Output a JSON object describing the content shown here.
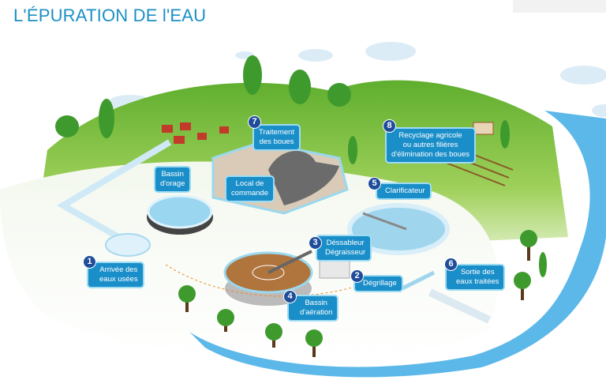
{
  "title": "L'ÉPURATION DE l'EAU",
  "colors": {
    "title": "#1b8fc4",
    "label_bg": "#1a8ec9",
    "badge_bg": "#1f4d9a",
    "grass": "#7cc142",
    "river": "#5bb8e8"
  },
  "steps": [
    {
      "number": "1",
      "lines": [
        "Arrivée des",
        "eaux usées"
      ]
    },
    {
      "number": "2",
      "lines": [
        "Dégrillage"
      ]
    },
    {
      "number": "3",
      "lines": [
        "Déssableur",
        "Dégraisseur"
      ]
    },
    {
      "number": "4",
      "lines": [
        "Bassin",
        "d'aération"
      ]
    },
    {
      "number": "5",
      "lines": [
        "Clarificateur"
      ]
    },
    {
      "number": "6",
      "lines": [
        "Sortie des",
        "eaux traitées"
      ]
    },
    {
      "number": "7",
      "lines": [
        "Traitement",
        "des boues"
      ]
    },
    {
      "number": "8",
      "lines": [
        "Recyclage agricole",
        "ou autres filières",
        "d'élimination des boues"
      ]
    }
  ],
  "labels": {
    "bassin_orage": [
      "Bassin",
      "d'orage"
    ],
    "local_commande": [
      "Local de",
      "commande"
    ]
  }
}
